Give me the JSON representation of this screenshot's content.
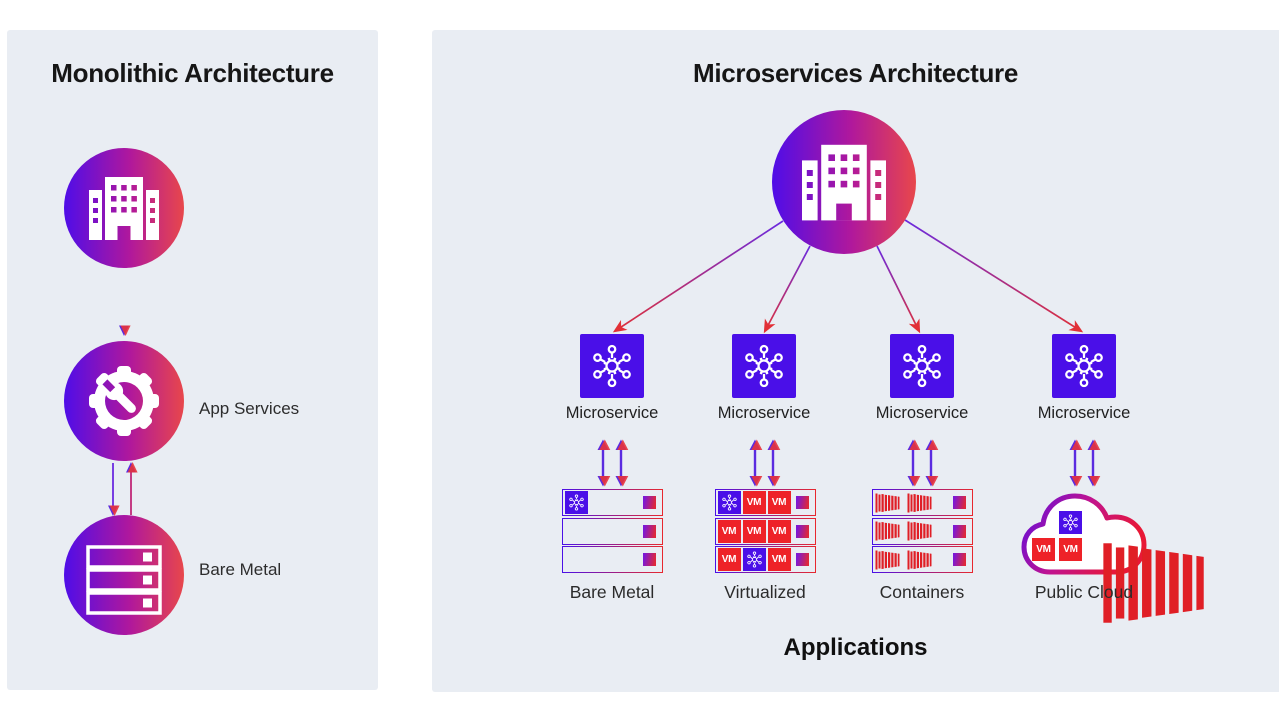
{
  "colors": {
    "page_background": "#ffffff",
    "panel_background": "#e9edf3",
    "accent_indigo": "#4a0fe8",
    "accent_red": "#ee2228",
    "arrow_purple": "#5b2be0",
    "arrow_red": "#e8333a",
    "node_gradient_start": "#4f0de8",
    "node_gradient_mid": "#b0189c",
    "node_gradient_end": "#e8474b"
  },
  "monolithic": {
    "title": "Monolithic Architecture",
    "top_node_icon": "building-icon",
    "app_services_label": "App Services",
    "bare_metal_label": "Bare Metal"
  },
  "microservices": {
    "title": "Microservices Architecture",
    "root_icon": "building-icon",
    "services": [
      "Microservice",
      "Microservice",
      "Microservice",
      "Microservice"
    ],
    "infrastructure": [
      {
        "label": "Bare Metal",
        "type": "rack-bare-metal"
      },
      {
        "label": "Virtualized",
        "type": "rack-virtualized"
      },
      {
        "label": "Containers",
        "type": "rack-containers"
      },
      {
        "label": "Public Cloud",
        "type": "cloud"
      }
    ],
    "vm_badge": "VM",
    "footer": "Applications"
  }
}
